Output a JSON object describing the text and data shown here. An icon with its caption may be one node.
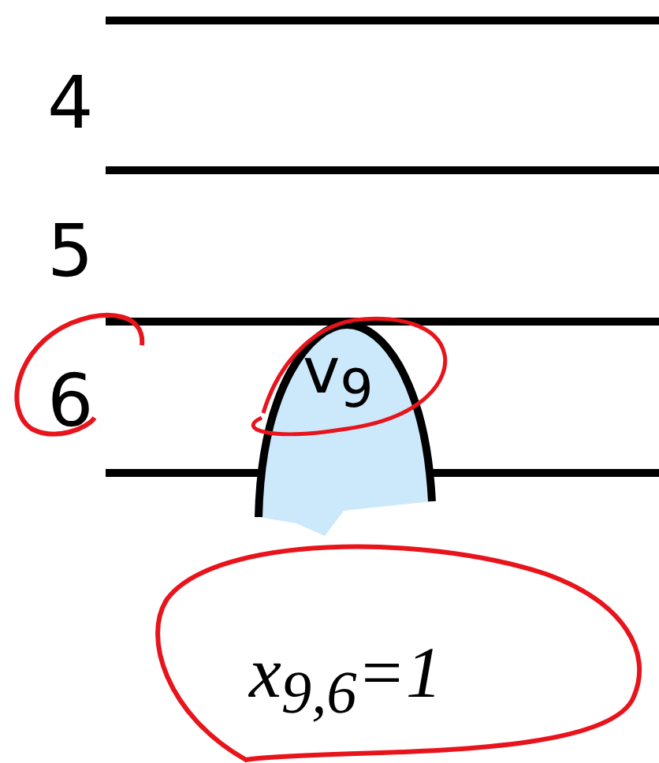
{
  "diagram": {
    "nodes": [
      {
        "text": [
          "v$_{9}$"
        ]
      },
      {
        "text": [
          "x$_{9,6}$=1"
        ]
      }
    ],
    "labels": [
      "4",
      "5",
      "6"
    ]
  }
}
